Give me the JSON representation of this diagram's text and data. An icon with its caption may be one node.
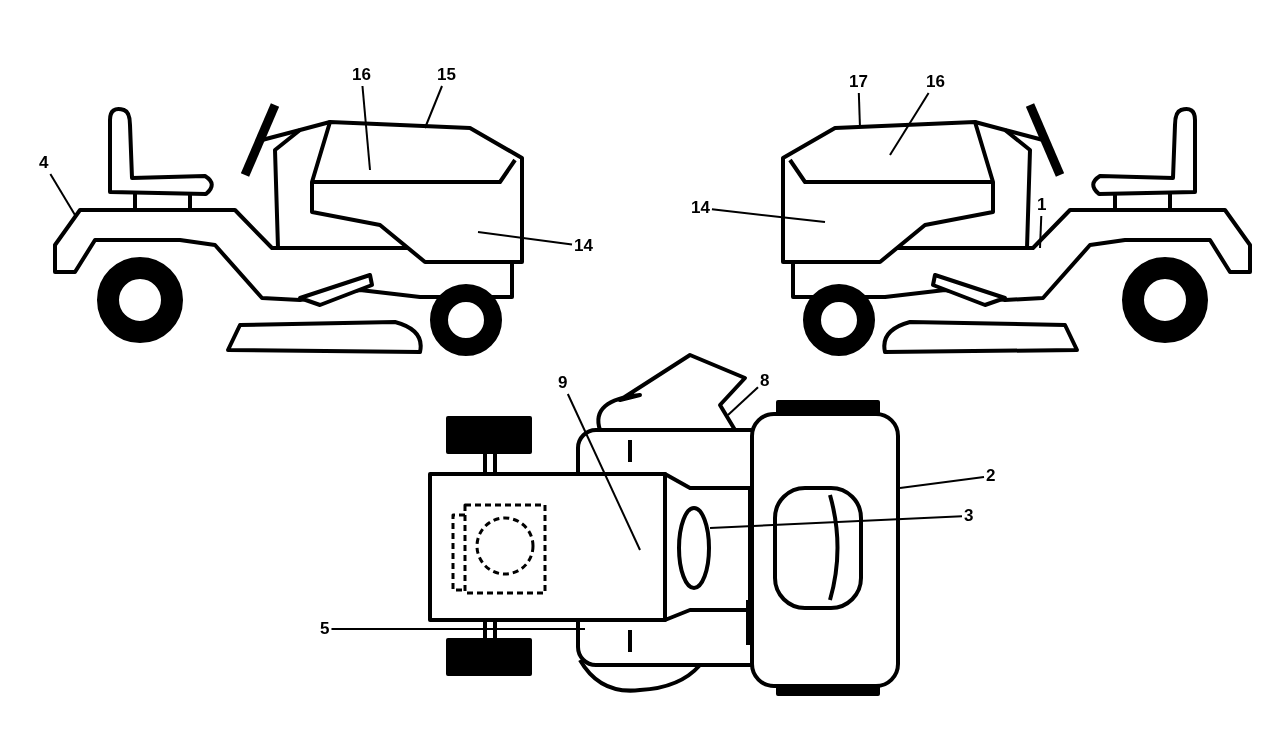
{
  "diagram": {
    "nodes": [
      {
        "text": [
          "16"
        ]
      },
      {
        "text": [
          "15"
        ]
      },
      {
        "text": [
          "4"
        ]
      },
      {
        "text": [
          "14"
        ]
      },
      {
        "text": [
          "17"
        ]
      },
      {
        "text": [
          "16"
        ]
      },
      {
        "text": [
          "14"
        ]
      },
      {
        "text": [
          "1"
        ]
      },
      {
        "text": [
          "9"
        ]
      },
      {
        "text": [
          "8"
        ]
      },
      {
        "text": [
          "2"
        ]
      },
      {
        "text": [
          "3"
        ]
      },
      {
        "text": [
          "5"
        ]
      },
      {
        "text": [],
        "shape": "box"
      },
      {
        "text": [],
        "shape": "box"
      }
    ],
    "edges": [
      {
        "from": 0,
        "to": 13,
        "arrow": "none"
      },
      {
        "from": 1,
        "to": 13,
        "arrow": "none"
      },
      {
        "from": 2,
        "to": null,
        "arrow": "none"
      },
      {
        "from": 3,
        "to": 13,
        "arrow": "none"
      },
      {
        "from": 4,
        "to": 14,
        "arrow": "none"
      },
      {
        "from": 5,
        "to": 14,
        "arrow": "none"
      },
      {
        "from": 6,
        "to": 14,
        "arrow": "none"
      },
      {
        "from": 7,
        "to": null,
        "arrow": "none"
      },
      {
        "from": 8,
        "to": null,
        "arrow": "none"
      },
      {
        "from": 9,
        "to": null,
        "arrow": "none"
      },
      {
        "from": 10,
        "to": null,
        "arrow": "none"
      },
      {
        "from": 11,
        "to": null,
        "arrow": "none"
      },
      {
        "from": 12,
        "to": null,
        "arrow": "none"
      }
    ]
  }
}
